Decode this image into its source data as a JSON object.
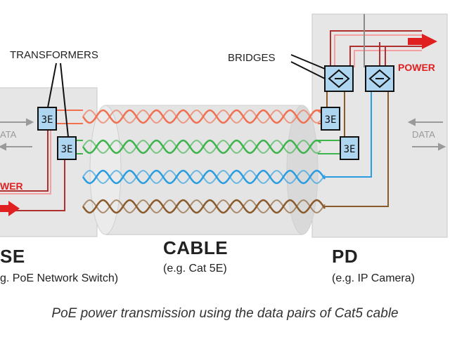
{
  "labels": {
    "transformers": "TRANSFORMERS",
    "bridges": "BRIDGES",
    "power_left": "WER",
    "power_right": "POWER",
    "data_left": "ATA",
    "data_right": "DATA"
  },
  "pse": {
    "title": "SE",
    "subtitle": "g. PoE Network Switch)"
  },
  "cable": {
    "title": "CABLE",
    "subtitle": "(e.g. Cat 5E)"
  },
  "pd": {
    "title": "PD",
    "subtitle": "(e.g. IP Camera)"
  },
  "caption": "PoE power transmission using the data pairs of Cat5 cable",
  "colors": {
    "orange_pair": "#f07050",
    "green_pair": "#3cb44b",
    "blue_pair": "#2a9de0",
    "brown_pair": "#8b5a2b",
    "power_arrow": "#e02020",
    "device_box": "#e6e6e6",
    "cable_body": "#e4e4e4"
  },
  "icons": [
    "transformer-icon",
    "bridge-rectifier-icon",
    "power-arrow-icon",
    "data-arrow-icon"
  ]
}
